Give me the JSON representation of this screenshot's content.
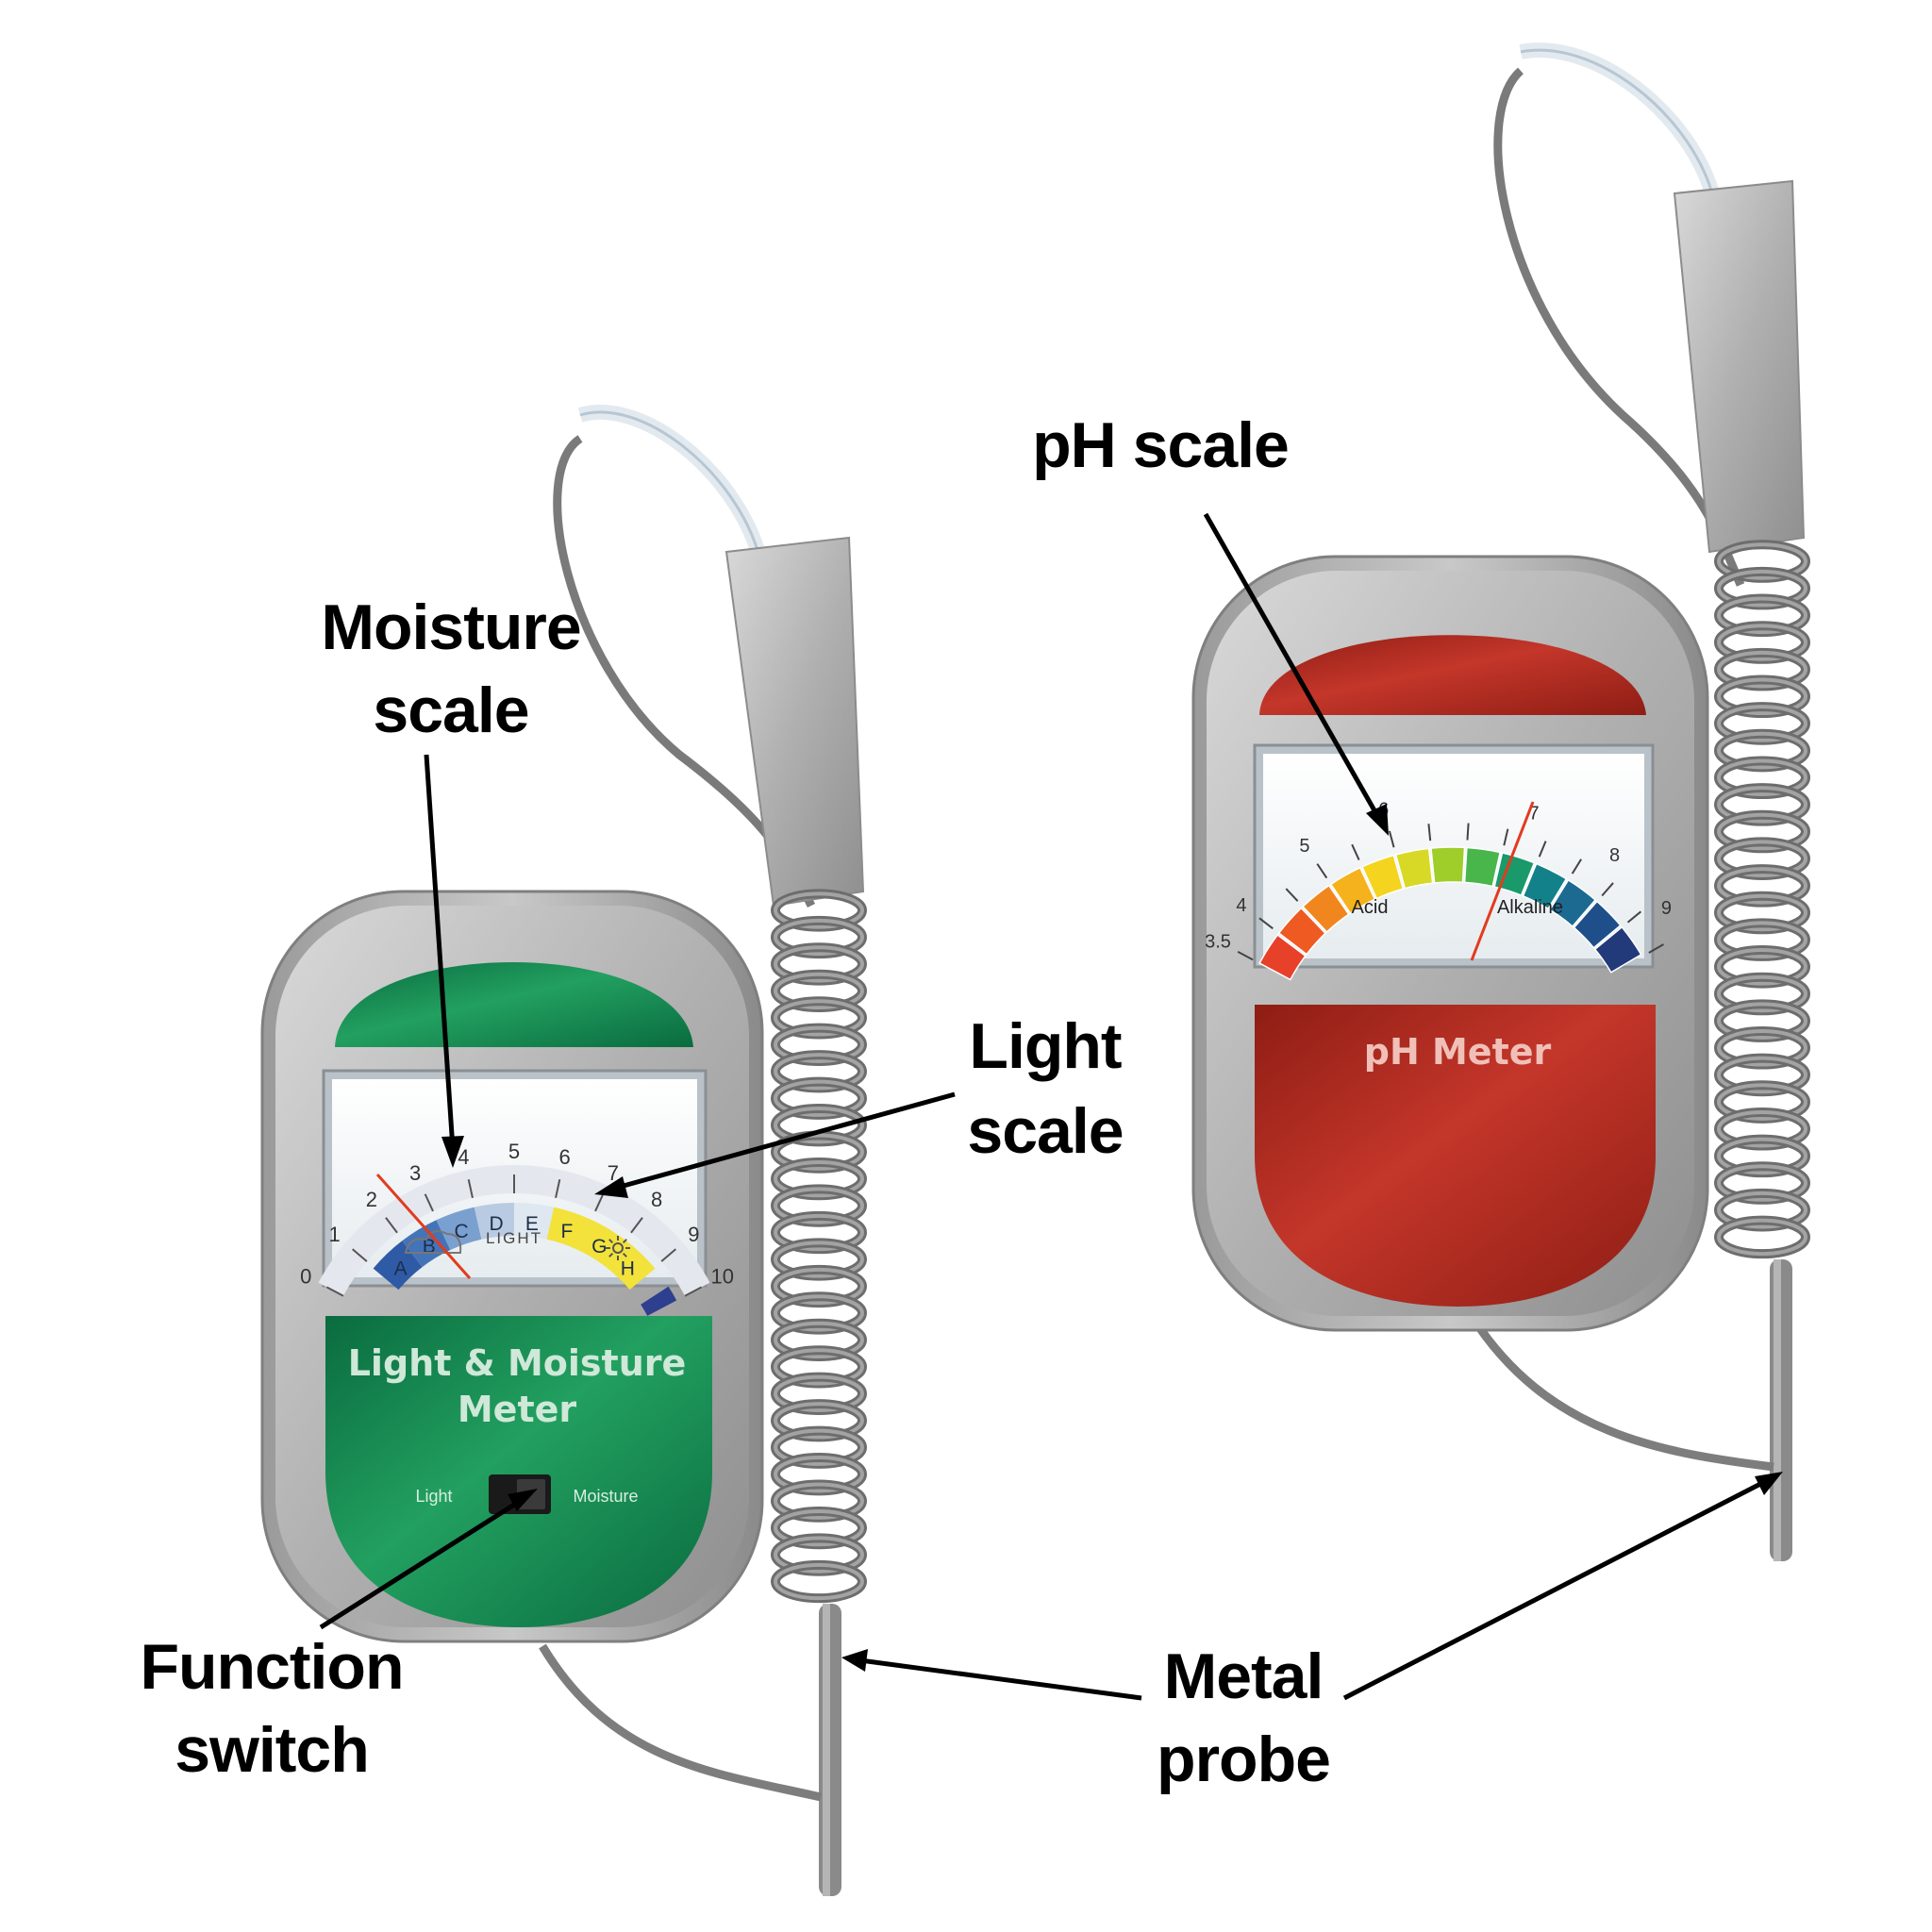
{
  "callouts": {
    "moisture_scale": [
      "Moisture",
      "scale"
    ],
    "light_scale": [
      "Light",
      "scale"
    ],
    "function_switch": [
      "Function",
      "switch"
    ],
    "ph_scale": "pH scale",
    "metal_probe": [
      "Metal",
      "probe"
    ]
  },
  "light_moisture_meter": {
    "brand": [
      "Light & Moisture",
      "Meter"
    ],
    "moisture_ticks": [
      "0",
      "1",
      "2",
      "3",
      "4",
      "5",
      "6",
      "7",
      "8",
      "9",
      "10"
    ],
    "light_letters": [
      "A",
      "B",
      "C",
      "D",
      "E",
      "F",
      "G",
      "H"
    ],
    "light_word": "LIGHT",
    "switch_left": "Light",
    "switch_right": "Moisture",
    "colors": {
      "body": "#b3b3b3",
      "panel": "#0f7d4b",
      "accent_yellow": "#f2e23a",
      "needle": "#e23b1f"
    }
  },
  "ph_meter": {
    "brand": "pH Meter",
    "ticks": [
      "3.5",
      "4",
      "5",
      "6",
      "7",
      "8",
      "9"
    ],
    "acid": "Acid",
    "alkaline": "Alkaline",
    "colors": {
      "body": "#b3b3b3",
      "panel": "#a8271c",
      "needle": "#e23b1f"
    }
  }
}
